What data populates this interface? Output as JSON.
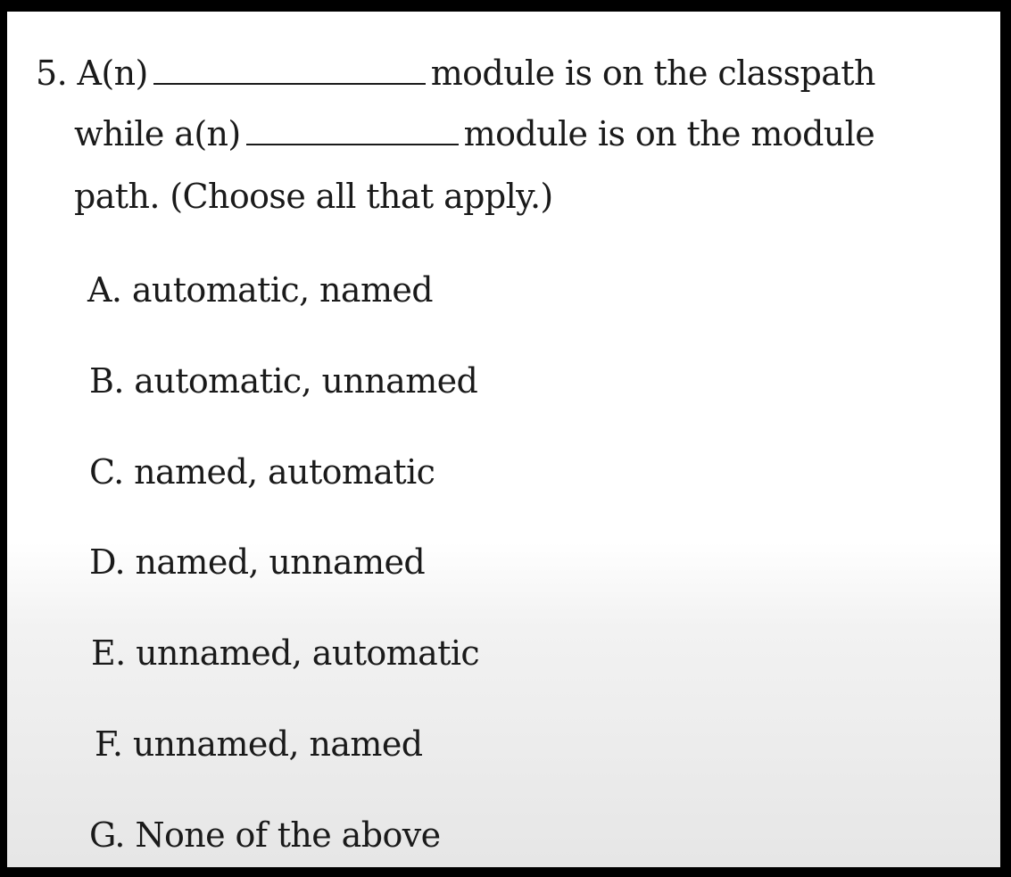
{
  "question": {
    "number": "5.",
    "line1_start": "A(n)",
    "line1_end": "module is on the classpath",
    "line2_start": "while a(n)",
    "line2_end": "module is on the module",
    "line3": "path. (Choose all that apply.)"
  },
  "options": [
    {
      "letter": "A.",
      "text": "automatic, named"
    },
    {
      "letter": "B.",
      "text": "automatic, unnamed"
    },
    {
      "letter": "C.",
      "text": "named, automatic"
    },
    {
      "letter": "D.",
      "text": "named, unnamed"
    },
    {
      "letter": "E.",
      "text": "unnamed, automatic"
    },
    {
      "letter": "F.",
      "text": "unnamed, named"
    },
    {
      "letter": "G.",
      "text": "None of the above"
    }
  ]
}
